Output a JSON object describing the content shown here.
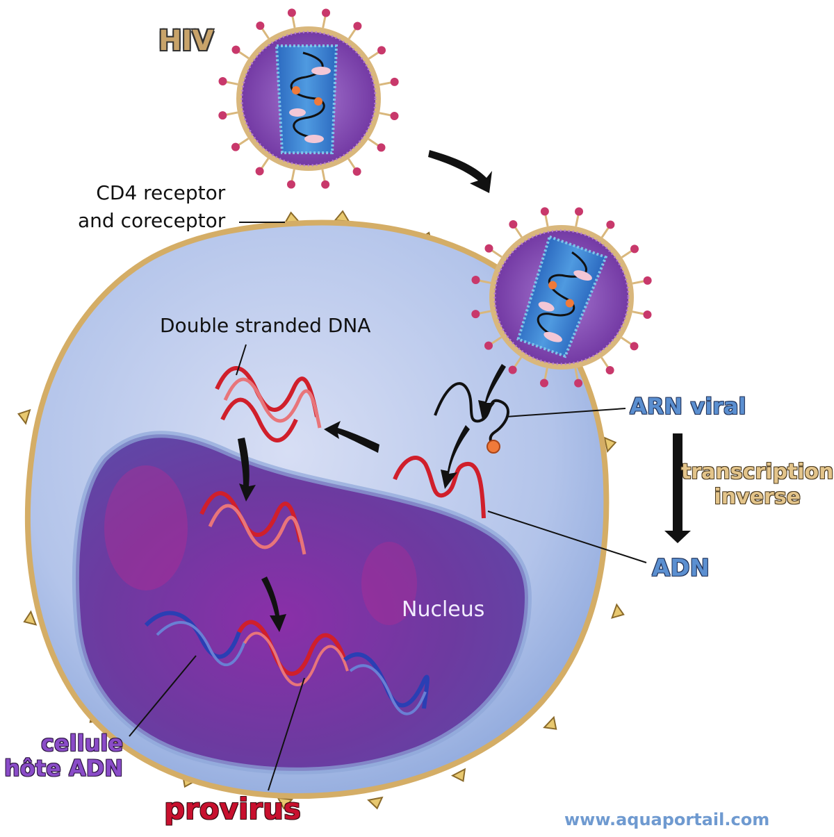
{
  "labels": {
    "hiv": "HIV",
    "cd4_line1": "CD4 receptor",
    "cd4_line2": "and coreceptor",
    "double_stranded_dna": "Double stranded DNA",
    "arn_viral": "ARN viral",
    "transcription_line1": "transcription",
    "transcription_line2": "inverse",
    "adn": "ADN",
    "nucleus": "Nucleus",
    "host_line1": "cellule",
    "host_line2": "hôte ADN",
    "provirus": "provirus",
    "watermark": "www.aquaportail.com"
  },
  "colors": {
    "virus_envelope": "#8a4db5",
    "virus_rim": "#d9b77c",
    "capsid": "#3d84cf",
    "cell_membrane": "#d8b46f",
    "cytoplasm": "#b7c6ea",
    "nucleus": "#7a2d9e",
    "viral_dna": "#d01f2b",
    "host_dna": "#2a3fb4",
    "arrow": "#111111"
  }
}
